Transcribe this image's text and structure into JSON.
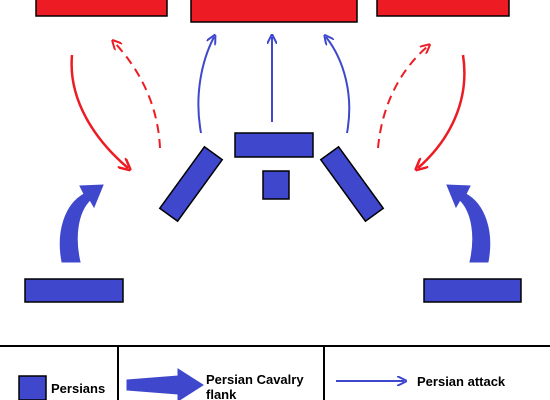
{
  "colors": {
    "persian": "#3F48CC",
    "enemy": "#ED1C24",
    "outline": "#000000",
    "background": "#FFFFFF"
  },
  "legend": {
    "persians": "Persians",
    "cavalry_flank_line1": "Persian Cavalry",
    "cavalry_flank_line2": "flank",
    "persian_attack": "Persian attack"
  }
}
